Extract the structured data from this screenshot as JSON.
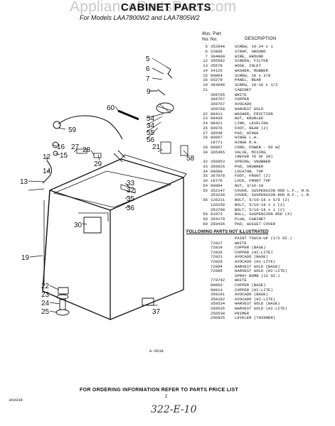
{
  "watermark": "AppliancePartsPros.com",
  "title": "CABINET PARTS",
  "subtitle": "For Models LAA7800W2 and LAA7805W2",
  "columns": {
    "illus_no": "Illus. Part",
    "no_no": "No.     No.",
    "description": "DESCRIPTION"
  },
  "parts": [
    {
      "illus": "5",
      "part": "352848",
      "desc": "SCREW, 10-24 x 1"
    },
    {
      "illus": "6",
      "part": "22866",
      "desc": "STRAP, GROUND"
    },
    {
      "illus": "7",
      "part": "384009",
      "desc": "WIRE, GROUND"
    },
    {
      "illus": "12",
      "part": "356582",
      "desc": "SCREEN, FILTER"
    },
    {
      "illus": "13",
      "part": "35578",
      "desc": "HOSE, INLET"
    },
    {
      "illus": "14",
      "part": "34125",
      "desc": "WASHER, RUBBER"
    },
    {
      "illus": "15",
      "part": "90864",
      "desc": "SCREW, 10 x 3/8"
    },
    {
      "illus": "16",
      "part": "65279",
      "desc": "PANEL, REAR"
    },
    {
      "illus": "19",
      "part": "383648",
      "desc": "SCREW, 10-16 x 1/2"
    },
    {
      "illus": "21",
      "part": "",
      "desc": "CABINET"
    },
    {
      "illus": "",
      "part": "369765",
      "desc": "WHITE"
    },
    {
      "illus": "",
      "part": "369767",
      "desc": "COPPER"
    },
    {
      "illus": "",
      "part": "369767",
      "desc": "AVOCADO"
    },
    {
      "illus": "",
      "part": "369768",
      "desc": "HARVEST GOLD"
    },
    {
      "illus": "22",
      "part": "98411",
      "desc": "WASHER, FRICTION"
    },
    {
      "illus": "23",
      "part": "98420",
      "desc": "NUT, KNURLED"
    },
    {
      "illus": "24",
      "part": "98421",
      "desc": "LINK, LEVELING"
    },
    {
      "illus": "25",
      "part": "99976",
      "desc": "FOOT, REAR (2)"
    },
    {
      "illus": "27",
      "part": "38549",
      "desc": "PAD, HINGE"
    },
    {
      "illus": "28",
      "part": "90867",
      "desc": "HINGE L.H."
    },
    {
      "illus": "",
      "part": "18771",
      "desc": "HINGE R.H."
    },
    {
      "illus": "29",
      "part": "90967",
      "desc": "CORD, POWER - 50 HZ"
    },
    {
      "illus": "30",
      "part": "365465",
      "desc": "VALVE, MIXING"
    },
    {
      "illus": "",
      "part": "",
      "desc": "(REFER TO 5F 20)"
    },
    {
      "illus": "32",
      "part": "356853",
      "desc": "SPRING, SNUBBER"
    },
    {
      "illus": "33",
      "part": "360626",
      "desc": "PAD, SNUBBER"
    },
    {
      "illus": "34",
      "part": "98609",
      "desc": "LOCATOR, TOP"
    },
    {
      "illus": "35",
      "part": "367978",
      "desc": "FOOT, FRONT (2)"
    },
    {
      "illus": "36",
      "part": "18776",
      "desc": "LOCK, FRONT TOP"
    },
    {
      "illus": "54",
      "part": "90984",
      "desc": "NUT, 3/16-18"
    },
    {
      "illus": "55",
      "part": "352147",
      "desc": "COVER, SUSPENSION ROD L.F., R.R."
    },
    {
      "illus": "",
      "part": "353230",
      "desc": "COVER, SUSPENSION ROD R.F., L.R."
    },
    {
      "illus": "56",
      "part": "126211",
      "desc": "BOLT, 5/16-18 x 5/8 (2)"
    },
    {
      "illus": "",
      "part": "126258",
      "desc": "BOLT, 5/16-18 x 1 (2)"
    },
    {
      "illus": "",
      "part": "353798",
      "desc": "BOLT, 5/16-18 x 1 (2)"
    },
    {
      "illus": "58",
      "part": "91073",
      "desc": "BALL, SUSPENSION ROD (4)"
    },
    {
      "illus": "59",
      "part": "354179",
      "desc": "PLUG, CABINET"
    },
    {
      "illus": "60",
      "part": "350436",
      "desc": "PAD, GUSSET COVER"
    }
  ],
  "following_header": "FOLLOWING PARTS NOT ILLUSTRATED",
  "not_illustrated": [
    {
      "part": "",
      "desc": "PAINT TOUCH-UP (1/2 OZ.)"
    },
    {
      "part": "72017",
      "desc": "WHITE"
    },
    {
      "part": "72819",
      "desc": "COPPER (BASE)"
    },
    {
      "part": "72026",
      "desc": "COPPER (HI-LITE)"
    },
    {
      "part": "72821",
      "desc": "AVOCADO (BASE)"
    },
    {
      "part": "72829",
      "desc": "AVOCADO (HI-LITE)"
    },
    {
      "part": "72894",
      "desc": "HARVEST GOLD (BASE)"
    },
    {
      "part": "72995",
      "desc": "HARVEST GOLD (HI-LITE)"
    },
    {
      "part": "",
      "desc": "SPRAY BOMB (12 OZ.)"
    },
    {
      "part": "779742",
      "desc": "WHITE"
    },
    {
      "part": "89603",
      "desc": "COPPER (BASE)"
    },
    {
      "part": "89913",
      "desc": "COPPER (HI-LITE)"
    },
    {
      "part": "350191",
      "desc": "AVOCADO (BASE)"
    },
    {
      "part": "350192",
      "desc": "AVOCADO (HI-LITE)"
    },
    {
      "part": "350534",
      "desc": "HARVEST GOLD (BASE)"
    },
    {
      "part": "350535",
      "desc": "HARVEST GOLD (HI-LITE)"
    },
    {
      "part": "256538",
      "desc": "PRIMER"
    },
    {
      "part": "206925",
      "desc": "LEVELER (THINNER)"
    }
  ],
  "callouts": [
    "5",
    "6",
    "7",
    "9",
    "60",
    "54",
    "34",
    "55",
    "56",
    "59",
    "21",
    "58",
    "16",
    "27",
    "28",
    "29",
    "15",
    "12",
    "14",
    "13",
    "33",
    "32",
    "35",
    "36",
    "30",
    "19",
    "22",
    "23",
    "24",
    "25",
    "37"
  ],
  "drawing_code": "A-9539",
  "doc_number": "369339",
  "footer": "FOR ORDERING INFORMATION REFER TO PARTS PRICE LIST",
  "page_number": "2",
  "handwritten": "322-E-10"
}
